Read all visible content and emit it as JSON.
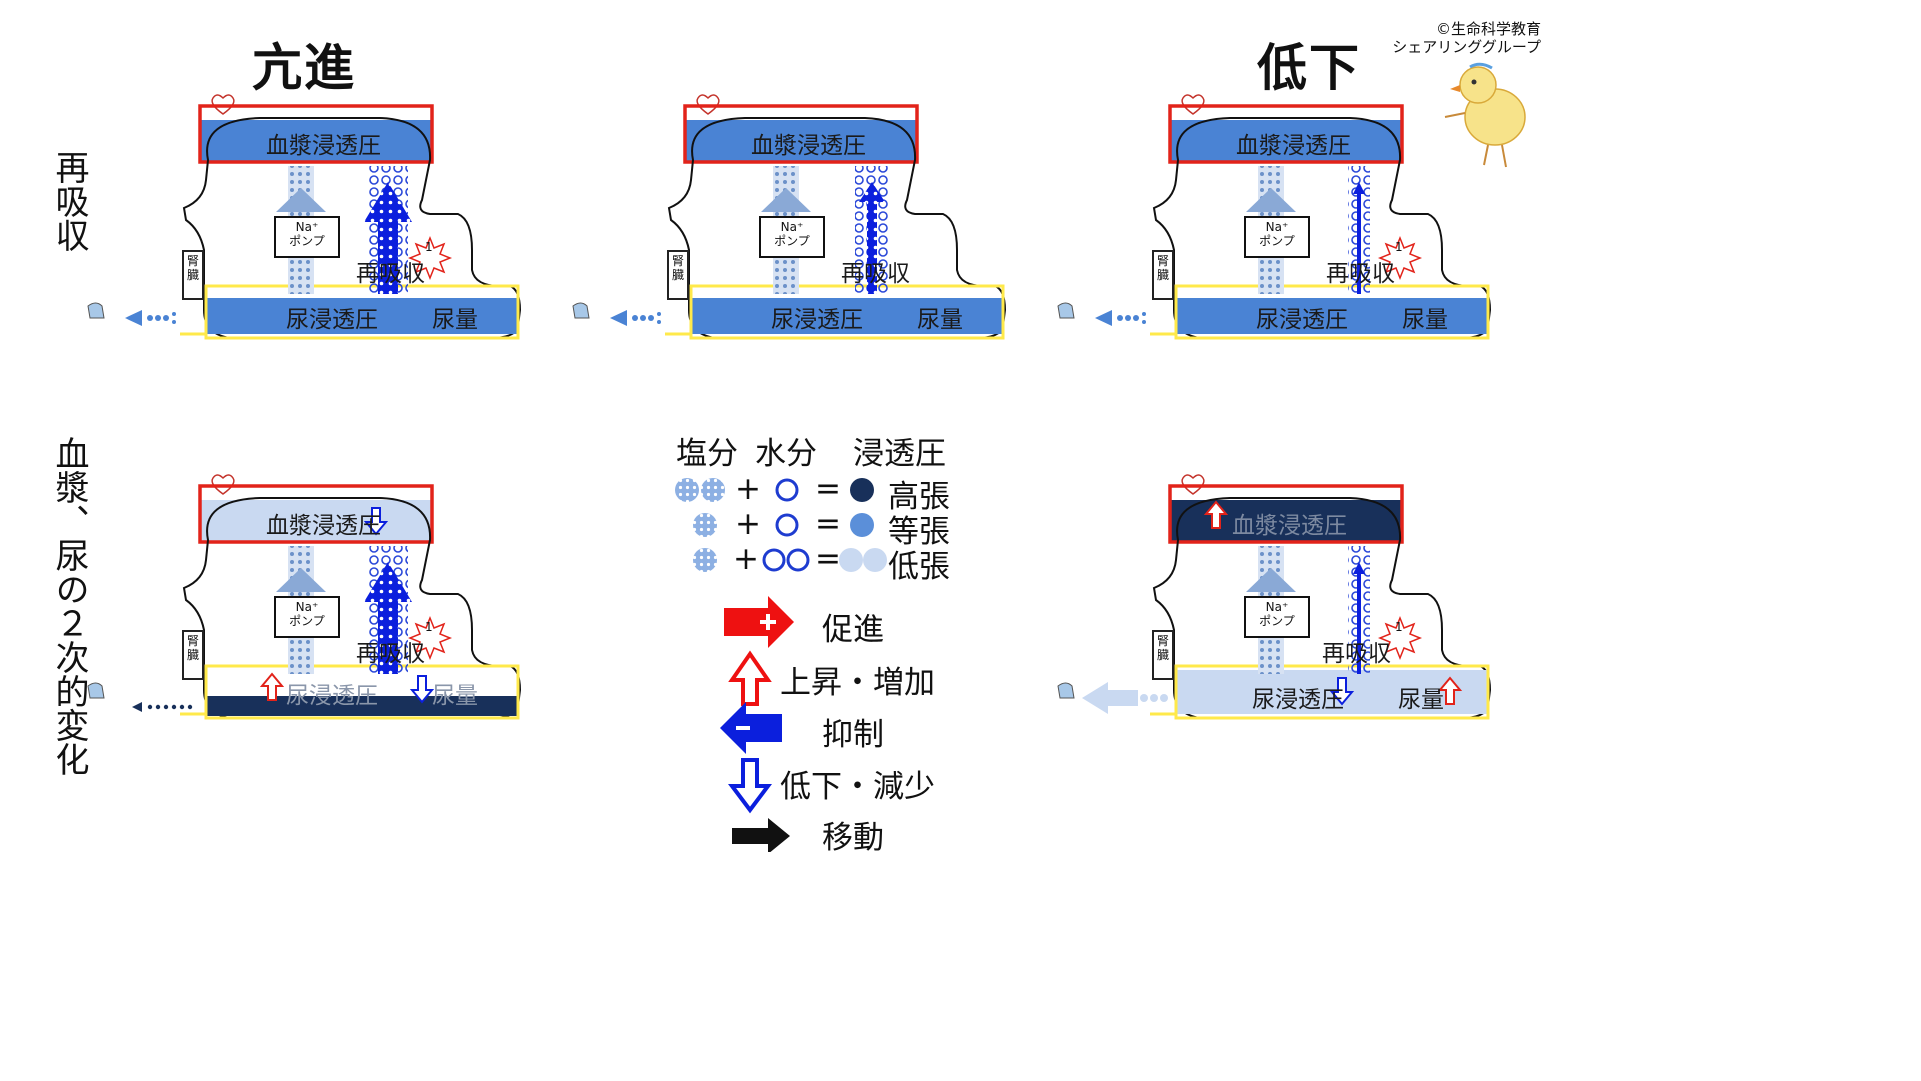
{
  "headings": {
    "left": "亢進",
    "right": "低下"
  },
  "row_labels": {
    "top": "再吸収",
    "bottom": "血漿、尿の２次的変化"
  },
  "credit": {
    "line1": "©生命科学教育",
    "line2": "シェアリンググループ"
  },
  "panel_labels": {
    "plasma": "血漿浸透圧",
    "urine_osm": "尿浸透圧",
    "urine_vol": "尿量",
    "reabsorption": "再吸収",
    "pump_line1": "Na⁺",
    "pump_line2": "ポンプ",
    "kidney": "腎臓",
    "star_note": "1"
  },
  "legend": {
    "headers": {
      "salt": "塩分",
      "water": "水分",
      "osm": "浸透圧"
    },
    "rows": [
      {
        "plus": "+",
        "equals": "=",
        "result": "高張"
      },
      {
        "plus": "+",
        "equals": "=",
        "result": "等張"
      },
      {
        "plus": "+",
        "equals": "=",
        "result": "低張"
      }
    ],
    "arrows": [
      {
        "label": "促進"
      },
      {
        "label": "上昇・増加"
      },
      {
        "label": "抑制"
      },
      {
        "label": "低下・減少"
      },
      {
        "label": "移動"
      }
    ]
  },
  "colors": {
    "heart_box": "#e2231a",
    "urine_box": "#ffe94a",
    "normal_blue": "#4a83d4",
    "high_navy": "#18305a",
    "low_pale": "#c9d9f1",
    "arrow_blue": "#0a1fe0",
    "promote_red": "#ee1111"
  }
}
